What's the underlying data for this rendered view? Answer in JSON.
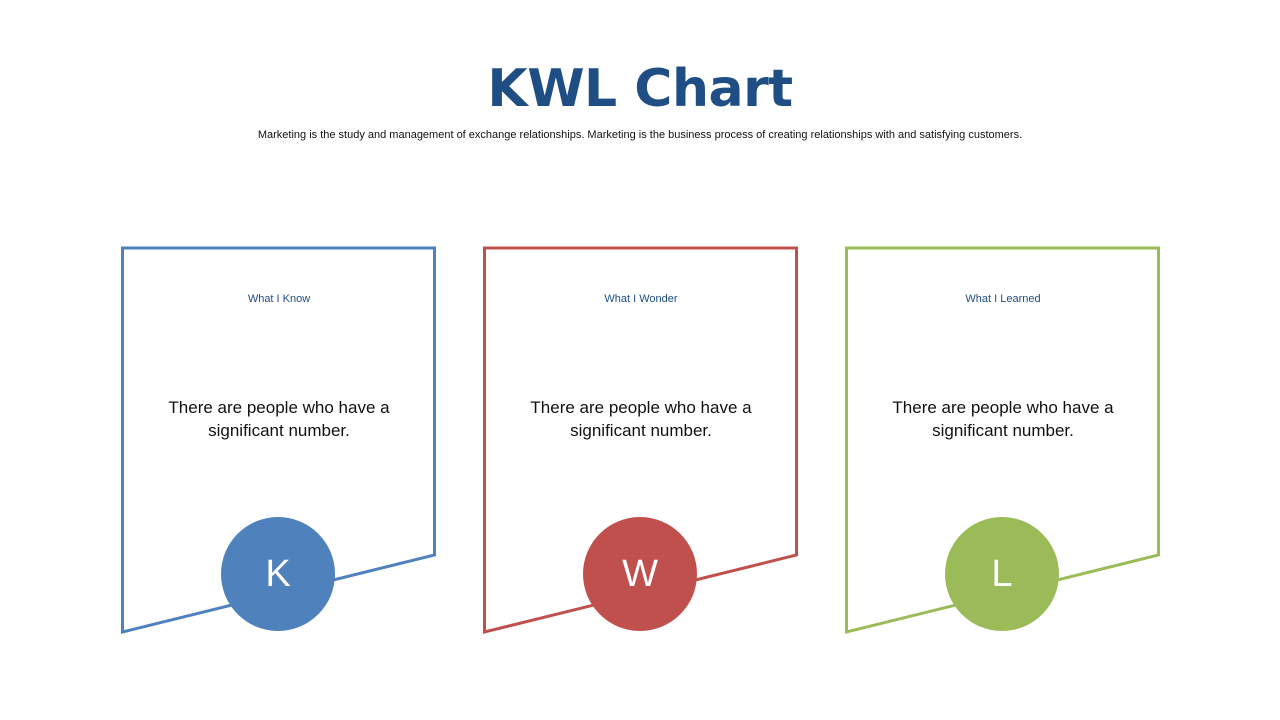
{
  "title": "KWL Chart",
  "subtitle": "Marketing is the study and management of exchange relationships. Marketing is the business process of creating relationships with and satisfying customers.",
  "cards": [
    {
      "heading": "What I Know",
      "body": "There are people who have a significant number.",
      "letter": "K",
      "color": "#4f81bd"
    },
    {
      "heading": "What I Wonder",
      "body": "There are people who have a significant number.",
      "letter": "W",
      "color": "#c0504d"
    },
    {
      "heading": "What I Learned",
      "body": "There are people who have a significant number.",
      "letter": "L",
      "color": "#9bbb59"
    }
  ]
}
